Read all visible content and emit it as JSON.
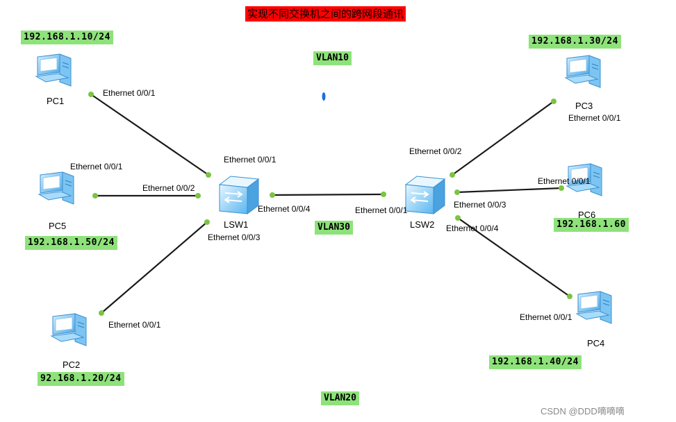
{
  "title": "实现不同交换机之间的跨网段通讯",
  "vlans": {
    "vlan10": "VLAN10",
    "vlan30": "VLAN30",
    "vlan20": "VLAN20"
  },
  "devices": {
    "pc1": {
      "label": "PC1",
      "ip": "192.168.1.10/24",
      "port": "Ethernet 0/0/1"
    },
    "pc5": {
      "label": "PC5",
      "ip": "192.168.1.50/24",
      "port": "Ethernet 0/0/1"
    },
    "pc2": {
      "label": "PC2",
      "ip": "92.168.1.20/24",
      "port": "Ethernet 0/0/1"
    },
    "pc3": {
      "label": "PC3",
      "ip": "192.168.1.30/24",
      "port": "Ethernet 0/0/1"
    },
    "pc6": {
      "label": "PC6",
      "ip": "192.168.1.60",
      "port": "Ethernet 0/0/1"
    },
    "pc4": {
      "label": "PC4",
      "ip": "192.168.1.40/24",
      "port": "Ethernet 0/0/1"
    },
    "lsw1": {
      "label": "LSW1",
      "ports": {
        "p1": "Ethernet 0/0/1",
        "p2": "Ethernet 0/0/2",
        "p3": "Ethernet 0/0/3",
        "p4": "Ethernet 0/0/4"
      }
    },
    "lsw2": {
      "label": "LSW2",
      "ports": {
        "p1": "Ethernet 0/0/1",
        "p2": "Ethernet 0/0/2",
        "p3": "Ethernet 0/0/3",
        "p4": "Ethernet 0/0/4"
      }
    }
  },
  "colors": {
    "link": "#1a1a1a",
    "port_dot": "#7cc443",
    "label_bg": "#8ee27a",
    "title_bg": "#ff0000",
    "device": "#5ab6f0"
  },
  "watermark": "CSDN @DDD嘀嘀嘀"
}
